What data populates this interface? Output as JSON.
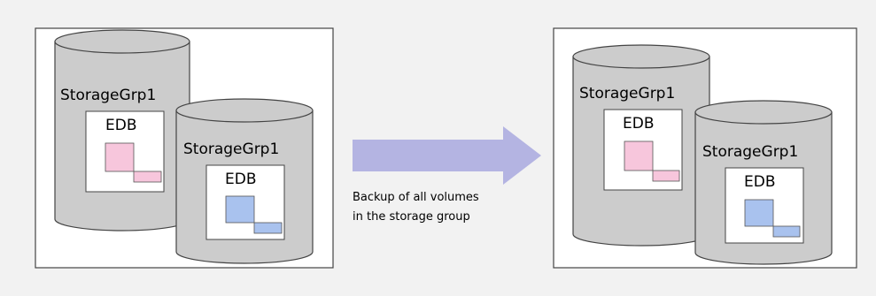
{
  "source_panel": {
    "back_volume": {
      "group_label": "StorageGrp1",
      "db_label": "EDB",
      "db_color": "#f7c6dc"
    },
    "front_volume": {
      "group_label": "StorageGrp1",
      "db_label": "EDB",
      "db_color": "#a9c2ee"
    }
  },
  "target_panel": {
    "back_volume": {
      "group_label": "StorageGrp1",
      "db_label": "EDB",
      "db_color": "#f7c6dc"
    },
    "front_volume": {
      "group_label": "StorageGrp1",
      "db_label": "EDB",
      "db_color": "#a9c2ee"
    }
  },
  "arrow": {
    "caption_line1": "Backup of all volumes",
    "caption_line2": "in the storage group",
    "color": "#b4b4e2"
  },
  "colors": {
    "background": "#f2f2f2",
    "panel": "#ffffff",
    "cylinder": "#cccccc",
    "cylinder_edge": "#444444"
  }
}
